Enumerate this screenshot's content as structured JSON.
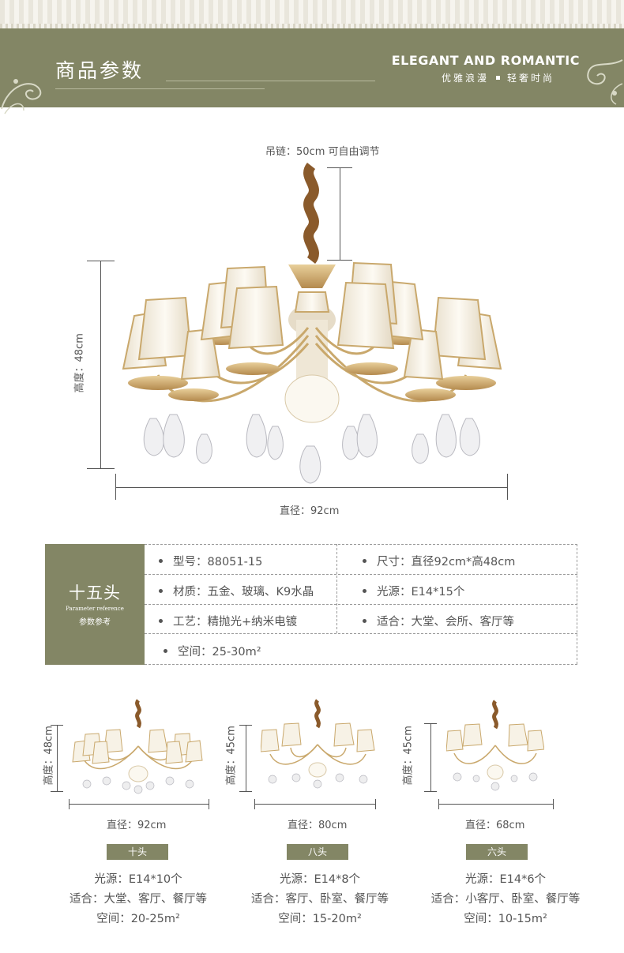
{
  "header": {
    "title": "商品参数",
    "slogan_en": "ELEGANT AND ROMANTIC",
    "slogan_cn_left": "优雅浪漫",
    "slogan_cn_right": "轻奢时尚"
  },
  "main_product": {
    "chain_label": "吊链：50cm 可自由调节",
    "height_label": "高度：48cm",
    "diameter_label": "直径：92cm"
  },
  "spec_table": {
    "head_title": "十五头",
    "head_en": "Parameter reference",
    "head_cn": "参数参考",
    "model": "型号：88051-15",
    "size": "尺寸：直径92cm*高48cm",
    "material": "材质：五金、玻璃、K9水晶",
    "light": "光源：E14*15个",
    "craft": "工艺：精抛光+纳米电镀",
    "suitable": "适合：大堂、会所、客厅等",
    "space": "空间：25-30m²"
  },
  "variants": [
    {
      "height": "高度：48cm",
      "diameter": "直径：92cm",
      "tag": "十头",
      "light": "光源：E14*10个",
      "suitable": "适合：大堂、客厅、餐厅等",
      "space": "空间：20-25m²"
    },
    {
      "height": "高度：45cm",
      "diameter": "直径：80cm",
      "tag": "八头",
      "light": "光源：E14*8个",
      "suitable": "适合：客厅、卧室、餐厅等",
      "space": "空间：15-20m²"
    },
    {
      "height": "高度：45cm",
      "diameter": "直径：68cm",
      "tag": "六头",
      "light": "光源：E14*6个",
      "suitable": "适合：小客厅、卧室、餐厅等",
      "space": "空间：10-15m²"
    }
  ],
  "colors": {
    "olive": "#838665",
    "gold": "#c9a86c",
    "shade": "#f7f2e6",
    "chain": "#8a5a2b"
  },
  "icons": [
    "swirl-left-icon",
    "swirl-right-icon",
    "chandelier-image",
    "bullet-icon"
  ]
}
